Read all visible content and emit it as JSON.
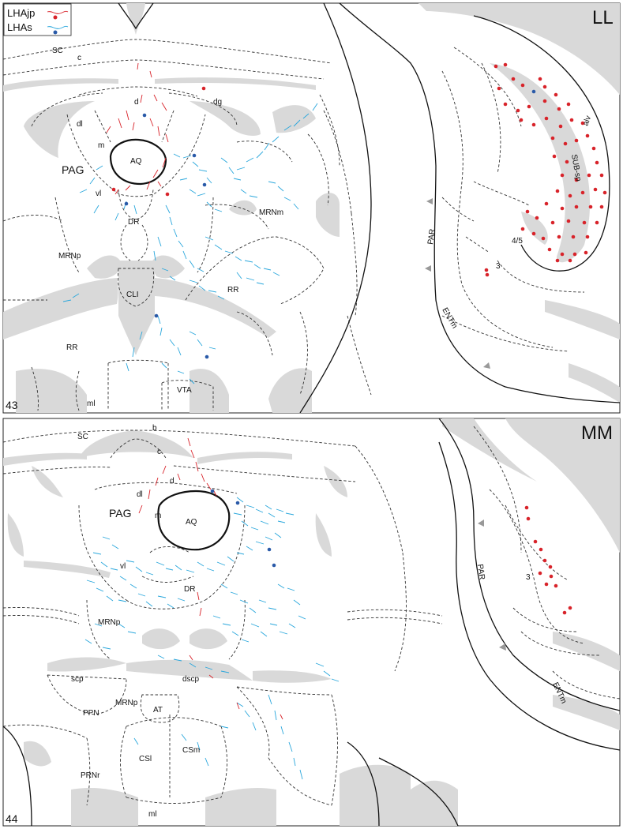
{
  "legend": {
    "series": [
      {
        "name": "LHAjp",
        "fiber_color": "#d8232a",
        "dot_color": "#d8232a"
      },
      {
        "name": "LHAs",
        "fiber_color": "#2aa7dc",
        "dot_color": "#2a5aa8"
      }
    ]
  },
  "panels": [
    {
      "number": "43",
      "corner_label": "LL",
      "labels": {
        "SC": "SC",
        "c": "c",
        "d": "d",
        "dg": "dg",
        "dl": "dl",
        "m": "m",
        "AQ": "AQ",
        "PAG": "PAG",
        "vl": "vl",
        "DR": "DR",
        "MRNm": "MRNm",
        "MRNp": "MRNp",
        "CLI": "CLI",
        "RR_right": "RR",
        "RR_left": "RR",
        "VTA": "VTA",
        "ml": "ml",
        "alv": "alv",
        "SUB_sp": "SUB-sp",
        "PAR": "PAR",
        "layer45": "4/5",
        "layer3": "3",
        "ENTm": "ENTm"
      }
    },
    {
      "number": "44",
      "corner_label": "MM",
      "labels": {
        "SC": "SC",
        "b": "b",
        "c": "c",
        "d": "d",
        "dl": "dl",
        "m": "m",
        "AQ": "AQ",
        "PAG": "PAG",
        "vl": "vl",
        "DR": "DR",
        "MRNp": "MRNp",
        "scp": "scp",
        "dscp": "dscp",
        "PPN": "PPN",
        "MRNp2": "MRNp",
        "AT": "AT",
        "CSl": "CSl",
        "CSm": "CSm",
        "PRNr": "PRNr",
        "ml": "ml",
        "PAR": "PAR",
        "layer3": "3",
        "ENTm": "ENTm"
      }
    }
  ]
}
